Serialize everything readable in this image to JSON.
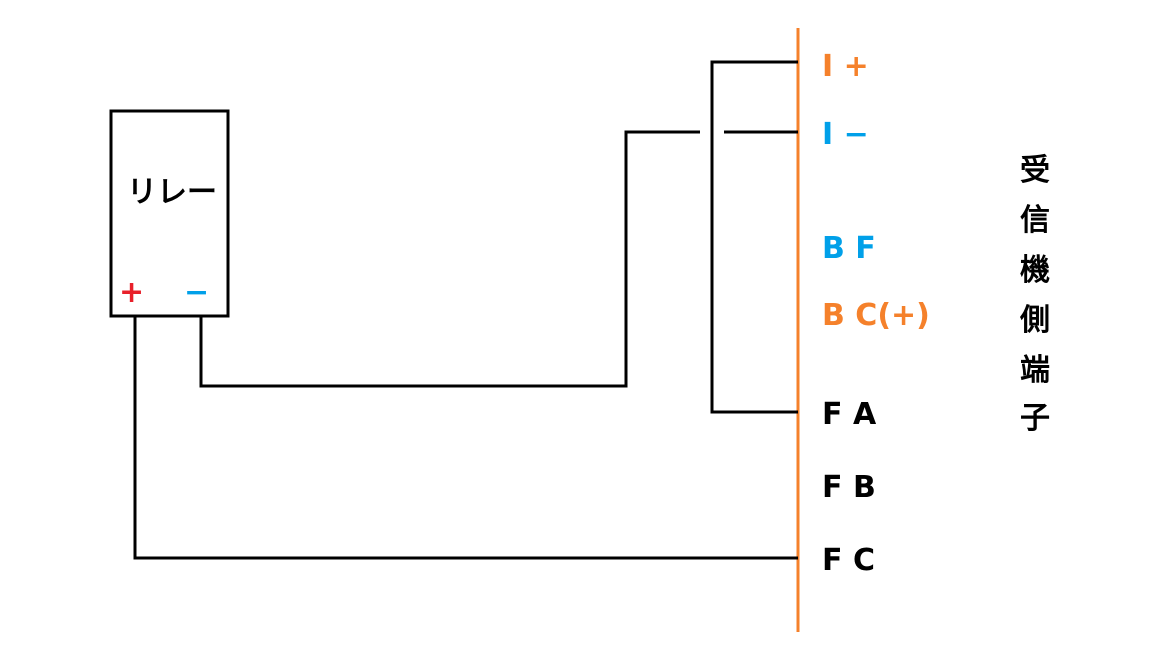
{
  "colors": {
    "orange": "#f5812b",
    "blue": "#00a0e9",
    "red": "#e8202a",
    "black": "#000000"
  },
  "relay": {
    "label": "リレー",
    "plus": "+",
    "minus": "−"
  },
  "terminals": [
    {
      "label": "I +",
      "color": "orange"
    },
    {
      "label": "I −",
      "color": "blue"
    },
    {
      "label": "B F",
      "color": "blue"
    },
    {
      "label": "B C(+)",
      "color": "orange"
    },
    {
      "label": "F A",
      "color": "black"
    },
    {
      "label": "F B",
      "color": "black"
    },
    {
      "label": "F C",
      "color": "black"
    }
  ],
  "side_title": [
    "受",
    "信",
    "機",
    "側",
    "端",
    "子"
  ]
}
